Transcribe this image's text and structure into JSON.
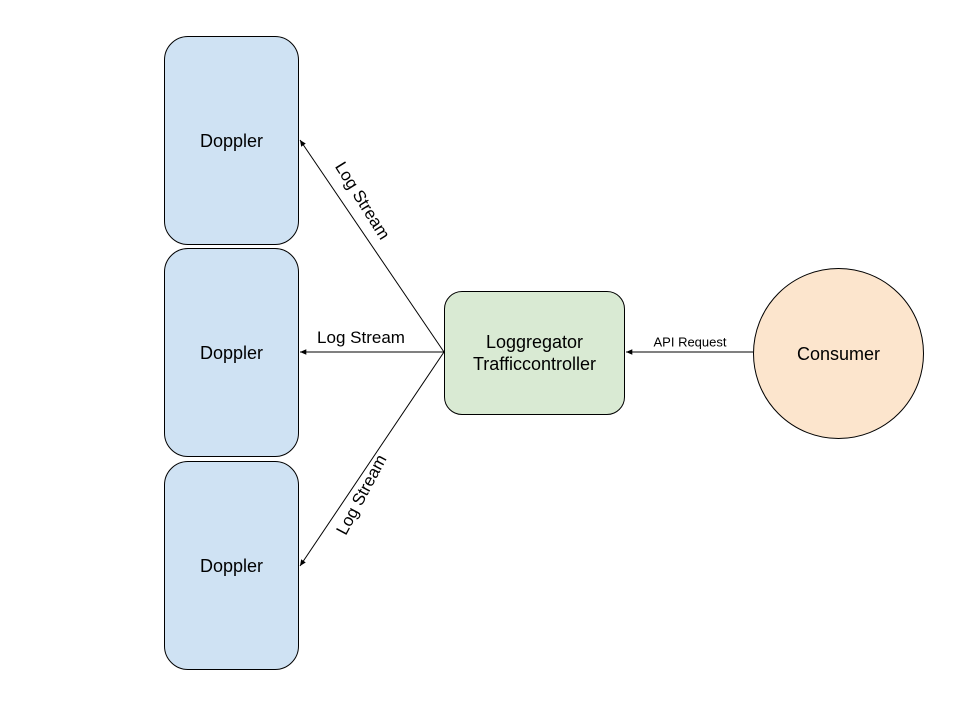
{
  "nodes": {
    "doppler_1": {
      "label": "Doppler"
    },
    "doppler_2": {
      "label": "Doppler"
    },
    "doppler_3": {
      "label": "Doppler"
    },
    "trafficcontroller": {
      "line1": "Loggregator",
      "line2": "Trafficcontroller"
    },
    "consumer": {
      "label": "Consumer"
    }
  },
  "edges": {
    "log_stream_top": {
      "label": "Log Stream",
      "from": "Loggregator Trafficcontroller",
      "to": "Doppler"
    },
    "log_stream_mid": {
      "label": "Log Stream",
      "from": "Loggregator Trafficcontroller",
      "to": "Doppler"
    },
    "log_stream_bot": {
      "label": "Log Stream",
      "from": "Loggregator Trafficcontroller",
      "to": "Doppler"
    },
    "api_request": {
      "label": "API Request",
      "from": "Consumer",
      "to": "Loggregator Trafficcontroller"
    }
  },
  "colors": {
    "doppler_fill": "#cfe2f3",
    "trafficcontroller_fill": "#d9ead3",
    "consumer_fill": "#fce5cd",
    "stroke": "#000000"
  }
}
